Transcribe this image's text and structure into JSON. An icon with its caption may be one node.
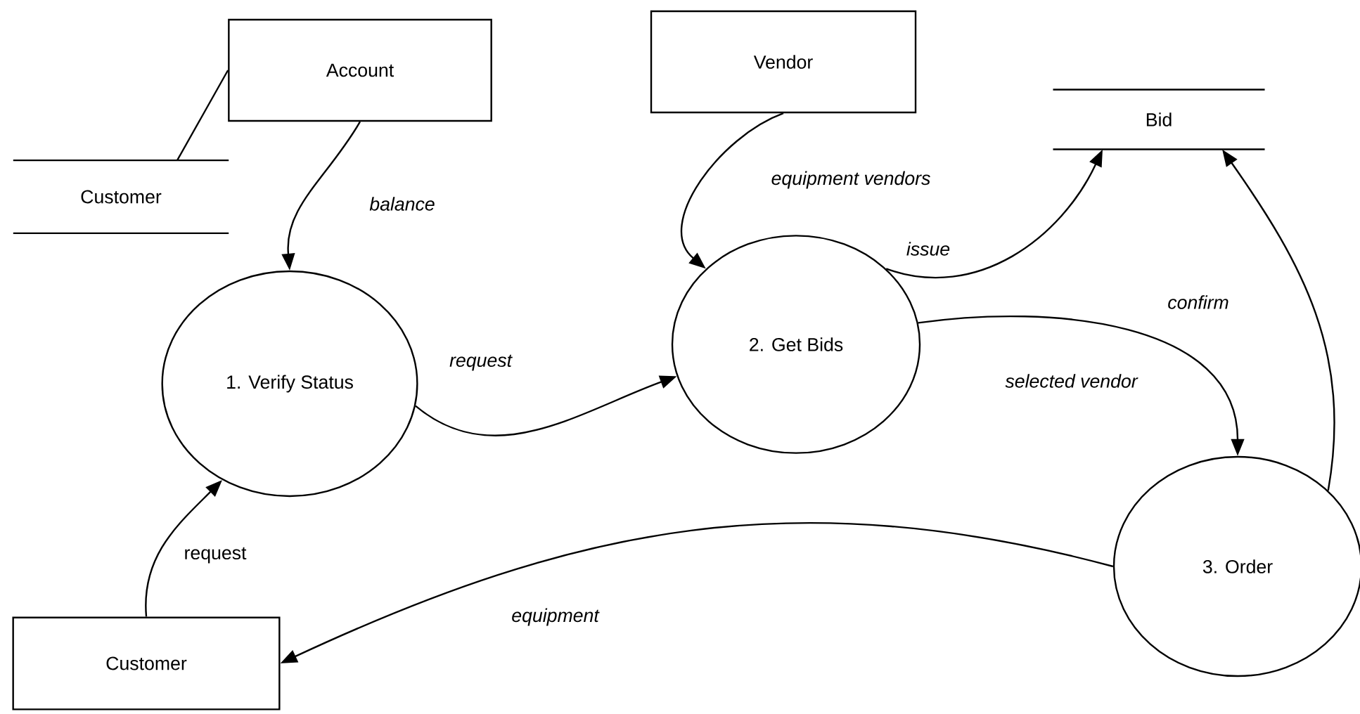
{
  "diagram": {
    "nodes": [
      {
        "text": [
          "Account"
        ]
      },
      {
        "text": [
          "Vendor"
        ]
      },
      {
        "text": [
          "Bid"
        ]
      },
      {
        "text": [
          "Customer"
        ]
      },
      {
        "text": [
          "1. Verify Status"
        ]
      },
      {
        "text": [
          "2. Get Bids"
        ]
      },
      {
        "text": [
          "3. Order"
        ]
      },
      {
        "text": [
          "Customer"
        ]
      }
    ],
    "edges": [
      {
        "from": 3,
        "to": 0,
        "arrow": "none"
      },
      {
        "from": 0,
        "to": 4,
        "arrow": "to",
        "label": "*balance*"
      },
      {
        "from": 1,
        "to": 5,
        "arrow": "to",
        "label": "*equipment vendors*"
      },
      {
        "from": 5,
        "to": 2,
        "arrow": "to",
        "label": "*issue*"
      },
      {
        "from": 4,
        "to": 5,
        "arrow": "to",
        "label": "*request*"
      },
      {
        "from": 5,
        "to": 6,
        "arrow": "to",
        "label": "*selected vendor*"
      },
      {
        "from": 6,
        "to": 2,
        "arrow": "to",
        "label": "*confirm*"
      },
      {
        "from": 6,
        "to": 7,
        "arrow": "to",
        "label": "*equipment*"
      },
      {
        "from": 7,
        "to": 4,
        "arrow": "to",
        "label": "request"
      }
    ]
  }
}
